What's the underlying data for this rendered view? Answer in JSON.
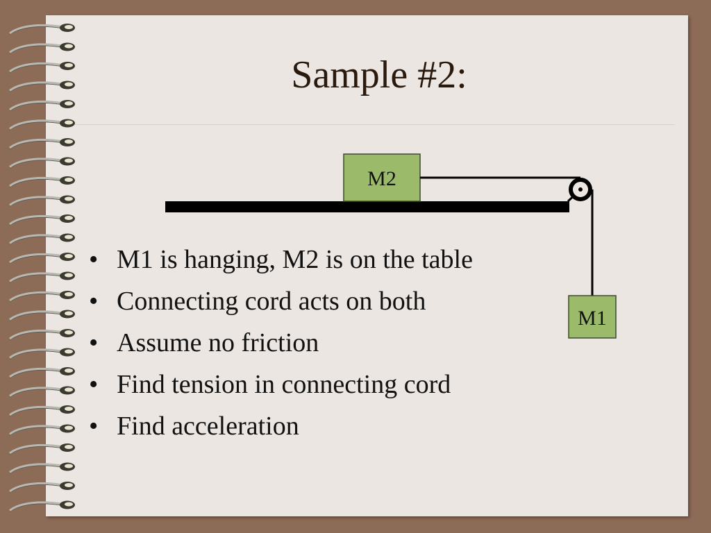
{
  "slide": {
    "title": "Sample #2:",
    "bullets": [
      "M1 is hanging, M2 is on the table",
      "Connecting cord acts on both",
      "Assume no friction",
      "Find tension in connecting cord",
      "Find acceleration"
    ],
    "bullet_glyph": "•"
  },
  "diagram": {
    "m2_label": "M2",
    "m1_label": "M1",
    "block_color": "#9bbb6a",
    "table_color": "#000000"
  },
  "colors": {
    "background": "#8c6b57",
    "page": "#ebe6e2",
    "title_text": "#2a1a0e"
  }
}
